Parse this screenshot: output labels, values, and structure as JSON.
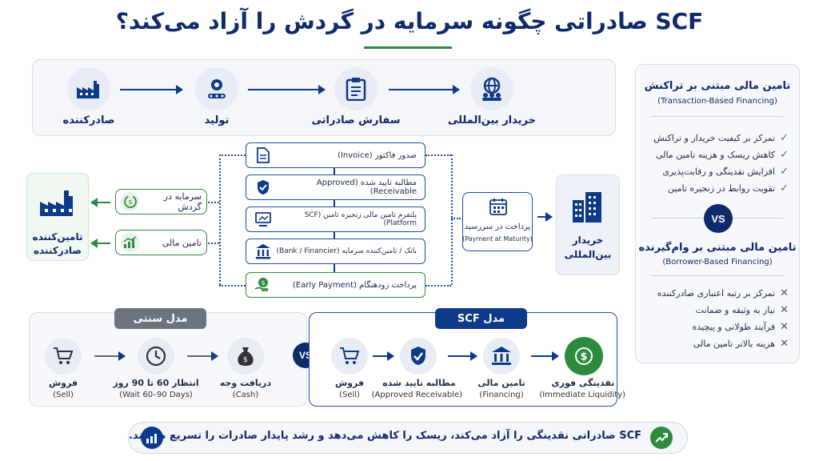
{
  "title": "SCF صادراتی چگونه سرمایه در گردش را آزاد می‌کند؟",
  "top_flow": [
    {
      "label": "صادرکننده",
      "icon": "factory-icon"
    },
    {
      "label": "تولید",
      "icon": "production-gear-icon"
    },
    {
      "label": "سفارش صادراتی",
      "icon": "clipboard-icon"
    },
    {
      "label": "خریدار بین‌المللی",
      "icon": "globe-people-icon"
    }
  ],
  "steps": [
    {
      "label": "صدور فاکتور (Invoice)",
      "icon": "document-icon"
    },
    {
      "label": "مطالبه تایید شده (Approved Receivable)",
      "icon": "shield-check-icon"
    },
    {
      "label": "پلتفرم تامین مالی زنجیره تامین (SCF Platform)",
      "icon": "platform-icon"
    },
    {
      "label": "بانک / تامین‌کننده سرمایه (Bank / Financier)",
      "icon": "bank-icon"
    },
    {
      "label": "پرداخت زودهنگام (Early Payment)",
      "icon": "money-hand-icon"
    }
  ],
  "left_box": {
    "label_line1": "تامین‌کننده",
    "label_line2": "صادرکننده",
    "icon": "factory-icon"
  },
  "left_chips": [
    {
      "label": "سرمایه در گردش",
      "icon": "cycle-money-icon"
    },
    {
      "label": "تامین مالی",
      "icon": "growth-chart-icon"
    }
  ],
  "maturity": {
    "label": "پرداخت در سررسید",
    "sub": "(Payment at Maturity)",
    "icon": "calendar-icon"
  },
  "buyer_box": {
    "label_line1": "خریدار",
    "label_line2": "بین‌المللی",
    "icon": "buildings-icon"
  },
  "side": {
    "top_title": "تامین مالی مبتنی بر تراکنش",
    "top_sub": "(Transaction-Based Financing)",
    "top_items": [
      "تمرکز بر کیفیت خریدار و تراکنش",
      "کاهش ریسک و هزینه تامین مالی",
      "افزایش نقدینگی و رقابت‌پذیری",
      "تقویت روابط در زنجیره تامین"
    ],
    "vs": "VS",
    "bottom_title": "تامین مالی مبتنی بر وام‌گیرنده",
    "bottom_sub": "(Borrower-Based Financing)",
    "bottom_items": [
      "تمرکز بر رتبه اعتباری صادرکننده",
      "نیاز به وثیقه و ضمانت",
      "فرآیند طولانی و پیچیده",
      "هزینه بالاتر تامین مالی"
    ]
  },
  "traditional": {
    "header": "مدل سنتی",
    "items": [
      {
        "label": "فروش",
        "sub": "(Sell)",
        "icon": "cart-icon"
      },
      {
        "label": "انتظار 60 تا 90 روز",
        "sub": "(Wait 60–90 Days)",
        "icon": "clock-icon"
      },
      {
        "label": "دریافت وجه",
        "sub": "(Cash)",
        "icon": "money-bag-icon"
      }
    ]
  },
  "middle_vs": "VS",
  "scf": {
    "header": "مدل SCF",
    "items": [
      {
        "label": "فروش",
        "sub": "(Sell)",
        "icon": "cart-icon"
      },
      {
        "label": "مطالبه تایید شده",
        "sub": "(Approved Receivable)",
        "icon": "shield-check-icon"
      },
      {
        "label": "تامین مالی",
        "sub": "(Financing)",
        "icon": "bank-icon"
      },
      {
        "label": "نقدینگی فوری",
        "sub": "(Immediate Liquidity)",
        "icon": "cash-coin-icon"
      }
    ]
  },
  "footer": "SCF صادراتی نقدینگی را آزاد می‌کند، ریسک را کاهش می‌دهد و رشد پایدار صادرات را تسریع می‌کند."
}
